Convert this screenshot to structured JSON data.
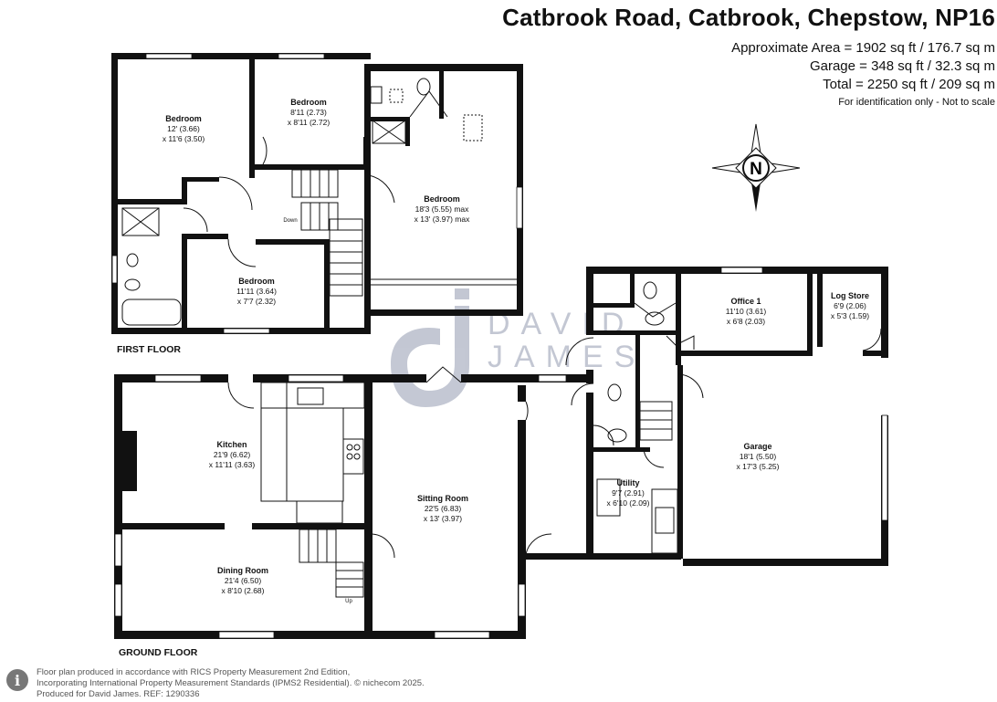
{
  "header": {
    "title": "Catbrook Road, Catbrook, Chepstow, NP16",
    "approx_area": "Approximate Area = 1902 sq ft / 176.7 sq m",
    "garage_area": "Garage = 348 sq ft / 32.3 sq m",
    "total_area": "Total = 2250 sq ft / 209 sq m",
    "note": "For identification only - Not to scale"
  },
  "compass": {
    "label": "N"
  },
  "watermark": {
    "line1": "DAVID",
    "line2": "JAMES"
  },
  "floors": {
    "first": "FIRST FLOOR",
    "ground": "GROUND FLOOR"
  },
  "rooms": {
    "bedroom1": {
      "name": "Bedroom",
      "dim1": "12' (3.66)",
      "dim2": "x 11'6 (3.50)"
    },
    "bedroom2": {
      "name": "Bedroom",
      "dim1": "8'11 (2.73)",
      "dim2": "x 8'11 (2.72)"
    },
    "bedroom3": {
      "name": "Bedroom",
      "dim1": "18'3 (5.55) max",
      "dim2": "x 13' (3.97) max"
    },
    "bedroom4": {
      "name": "Bedroom",
      "dim1": "11'11 (3.64)",
      "dim2": "x 7'7 (2.32)"
    },
    "kitchen": {
      "name": "Kitchen",
      "dim1": "21'9 (6.62)",
      "dim2": "x 11'11 (3.63)"
    },
    "dining": {
      "name": "Dining Room",
      "dim1": "21'4 (6.50)",
      "dim2": "x 8'10 (2.68)"
    },
    "sitting": {
      "name": "Sitting Room",
      "dim1": "22'5 (6.83)",
      "dim2": "x 13' (3.97)"
    },
    "utility": {
      "name": "Utility",
      "dim1": "9'7 (2.91)",
      "dim2": "x 6'10 (2.09)"
    },
    "office": {
      "name": "Office 1",
      "dim1": "11'10 (3.61)",
      "dim2": "x 6'8 (2.03)"
    },
    "logstore": {
      "name": "Log Store",
      "dim1": "6'9 (2.06)",
      "dim2": "x 5'3 (1.59)"
    },
    "garage": {
      "name": "Garage",
      "dim1": "18'1 (5.50)",
      "dim2": "x 17'3 (5.25)"
    }
  },
  "stair_labels": {
    "down": "Down",
    "up": "Up"
  },
  "footer": {
    "line1": "Floor plan produced in accordance with RICS Property Measurement 2nd Edition,",
    "line2": "Incorporating International Property Measurement Standards (IPMS2 Residential).  © nichecom 2025.",
    "line3": "Produced for David James.   REF: 1290336"
  }
}
